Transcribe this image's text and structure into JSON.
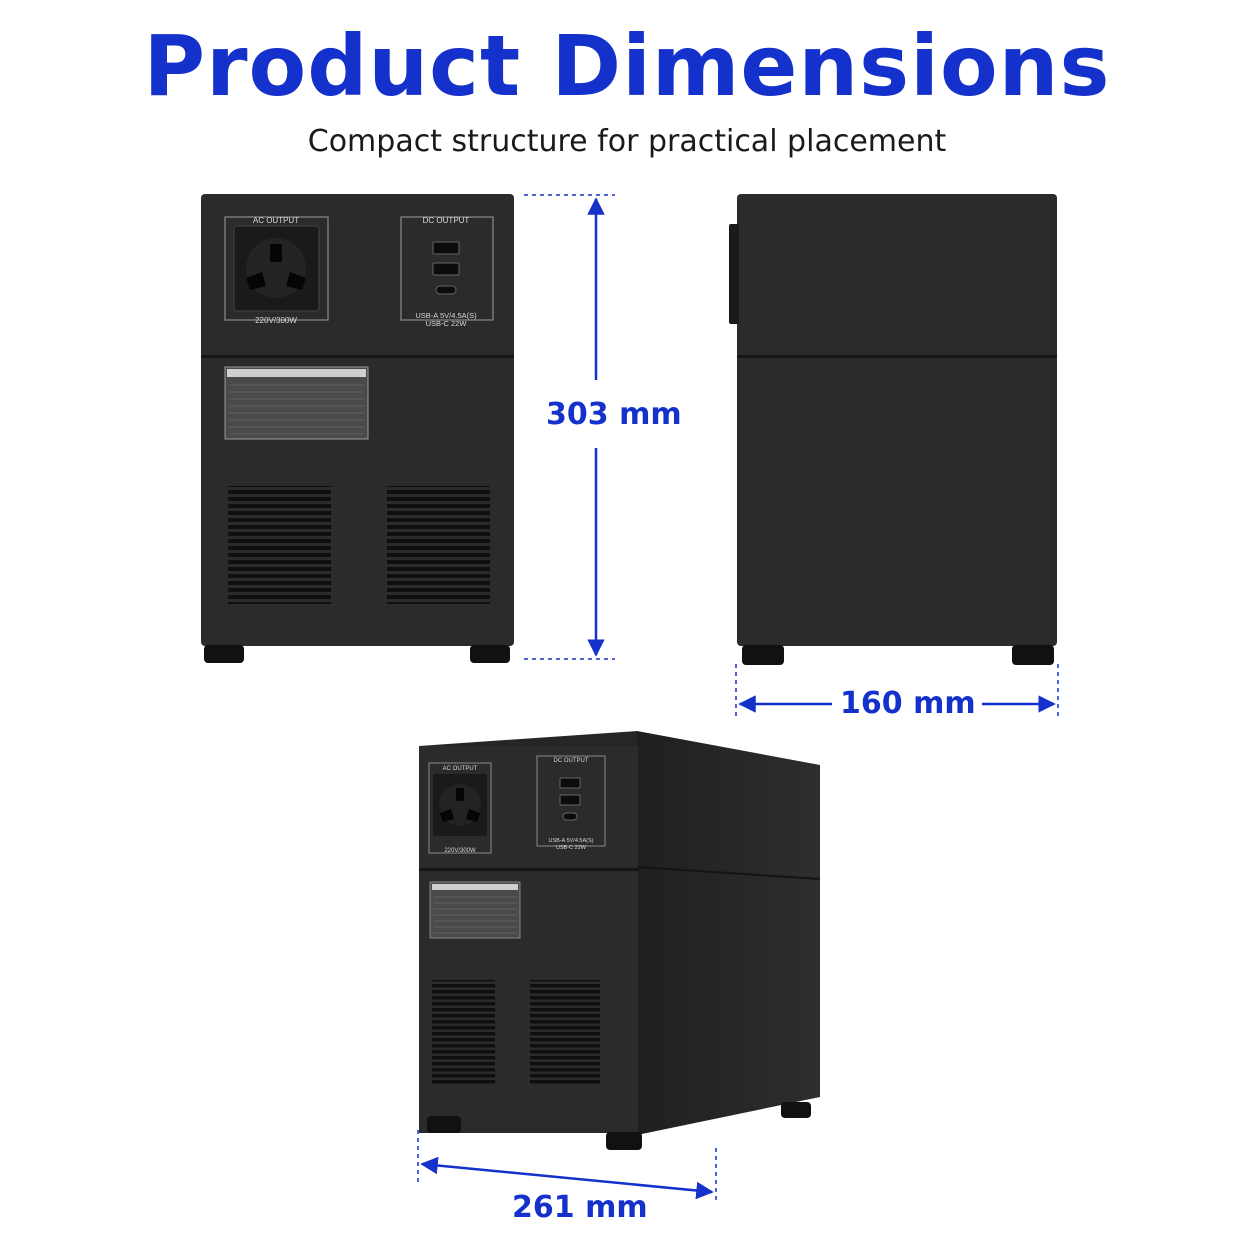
{
  "header": {
    "title": "Product Dimensions",
    "subtitle": "Compact structure for practical placement"
  },
  "dimensions": {
    "height": "303 mm",
    "width": "160 mm",
    "depth": "261 mm"
  },
  "front_panel": {
    "ac_label": "AC OUTPUT",
    "ac_rating": "220V/300W",
    "dc_label": "DC OUTPUT",
    "usb_a_rating": "USB-A 5V/4.5A(S)",
    "usb_c_rating": "USB-C 22W"
  },
  "colors": {
    "accent": "#1431cc",
    "device_body": "#2b2b2d",
    "device_dark": "#1c1c1e"
  }
}
